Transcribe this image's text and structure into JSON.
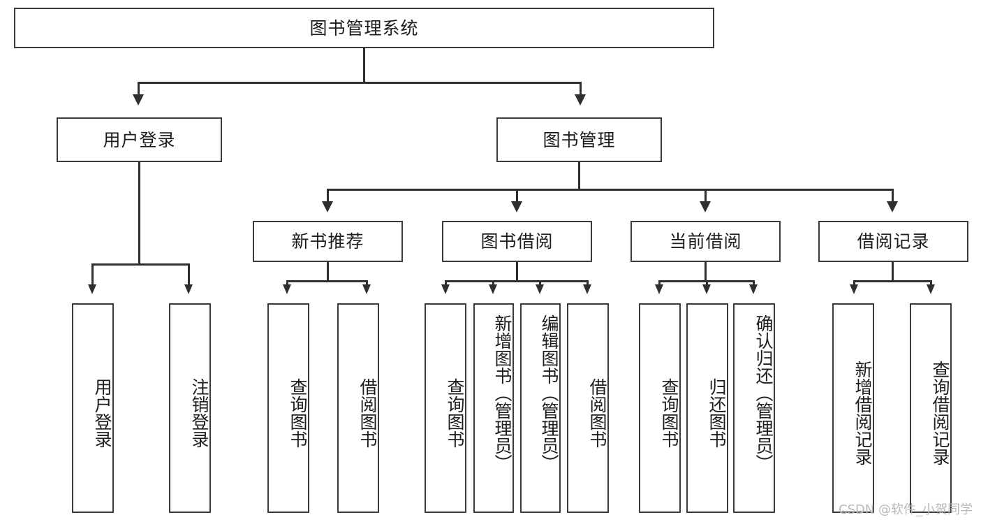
{
  "diagram": {
    "type": "tree-hierarchy",
    "title": "图书管理系统",
    "watermark": "CSDN @软件_小贺同学",
    "colors": {
      "box_border": "#3b3b3b",
      "connector": "#2f2f2f",
      "background": "#ffffff",
      "text": "#1d1d1d",
      "watermark": "#b9b9b9"
    },
    "root": {
      "label": "图书管理系统"
    },
    "level2": [
      {
        "id": "user-login",
        "label": "用户登录"
      },
      {
        "id": "book-manage",
        "label": "图书管理"
      }
    ],
    "level3": [
      {
        "id": "new-book-recommend",
        "label": "新书推荐",
        "parent": "book-manage"
      },
      {
        "id": "book-borrow",
        "label": "图书借阅",
        "parent": "book-manage"
      },
      {
        "id": "current-borrow",
        "label": "当前借阅",
        "parent": "book-manage"
      },
      {
        "id": "borrow-record",
        "label": "借阅记录",
        "parent": "book-manage"
      }
    ],
    "leaves": {
      "user-login": [
        {
          "id": "leaf-user-login",
          "label": "用户登录"
        },
        {
          "id": "leaf-user-logout",
          "label": "注销登录"
        }
      ],
      "new-book-recommend": [
        {
          "id": "leaf-query-book-1",
          "label": "查询图书"
        },
        {
          "id": "leaf-borrow-book-1",
          "label": "借阅图书"
        }
      ],
      "book-borrow": [
        {
          "id": "leaf-query-book-2",
          "label": "查询图书"
        },
        {
          "id": "leaf-add-book",
          "label": "新增图书（管理员）"
        },
        {
          "id": "leaf-edit-book",
          "label": "编辑图书（管理员）"
        },
        {
          "id": "leaf-borrow-book-2",
          "label": "借阅图书"
        }
      ],
      "current-borrow": [
        {
          "id": "leaf-query-book-3",
          "label": "查询图书"
        },
        {
          "id": "leaf-return-book",
          "label": "归还图书"
        },
        {
          "id": "leaf-confirm-return",
          "label": "确认归还（管理员）"
        }
      ],
      "borrow-record": [
        {
          "id": "leaf-add-record",
          "label": "新增借阅记录"
        },
        {
          "id": "leaf-query-record",
          "label": "查询借阅记录"
        }
      ]
    }
  }
}
